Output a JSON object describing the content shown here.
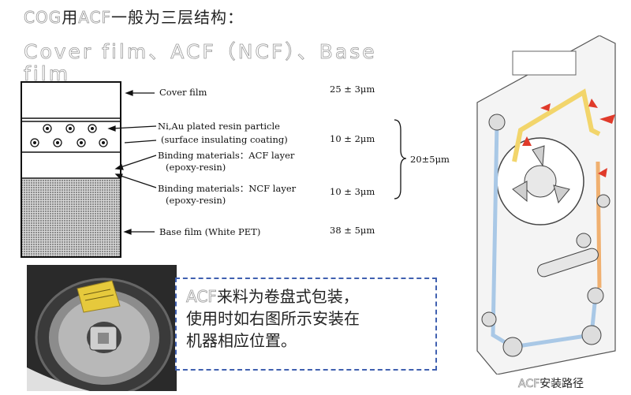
{
  "title": {
    "line1_hollow": "COG",
    "line1_mid": "用",
    "line1_hollow2": "ACF",
    "line1_rest": "一般为三层结构：",
    "line2": "Cover film、ACF（NCF）、Base film"
  },
  "layers": [
    {
      "label": "Cover film",
      "value": "25 ± 3μm"
    },
    {
      "label": "Ni,Au plated resin particle",
      "sub": "(surface insulating coating)"
    },
    {
      "label": "Binding materials：ACF layer",
      "sub": "(epoxy-resin)",
      "value": "10 ± 2μm"
    },
    {
      "label": "Binding materials：NCF layer",
      "sub": "(epoxy-resin)",
      "value": "10 ± 3μm"
    },
    {
      "label": "Base film (White PET)",
      "value": "38 ± 5μm"
    }
  ],
  "total": "20±5μm",
  "callout": {
    "prefix": "ACF",
    "line1": "来料为卷盘式包装，",
    "line2": "使用时如右图所示安装在",
    "line3": "机器相应位置。"
  },
  "caption": {
    "prefix": "ACF",
    "text": "安装路径"
  },
  "icons": [
    "acf-reel-photo",
    "machine-path-diagram"
  ],
  "colors": {
    "callout_border": "#4060b0",
    "path_yellow": "#f2d56b",
    "path_blue": "#a9c8e6",
    "path_orange": "#f0b070",
    "arrow_red": "#e03a2a"
  }
}
